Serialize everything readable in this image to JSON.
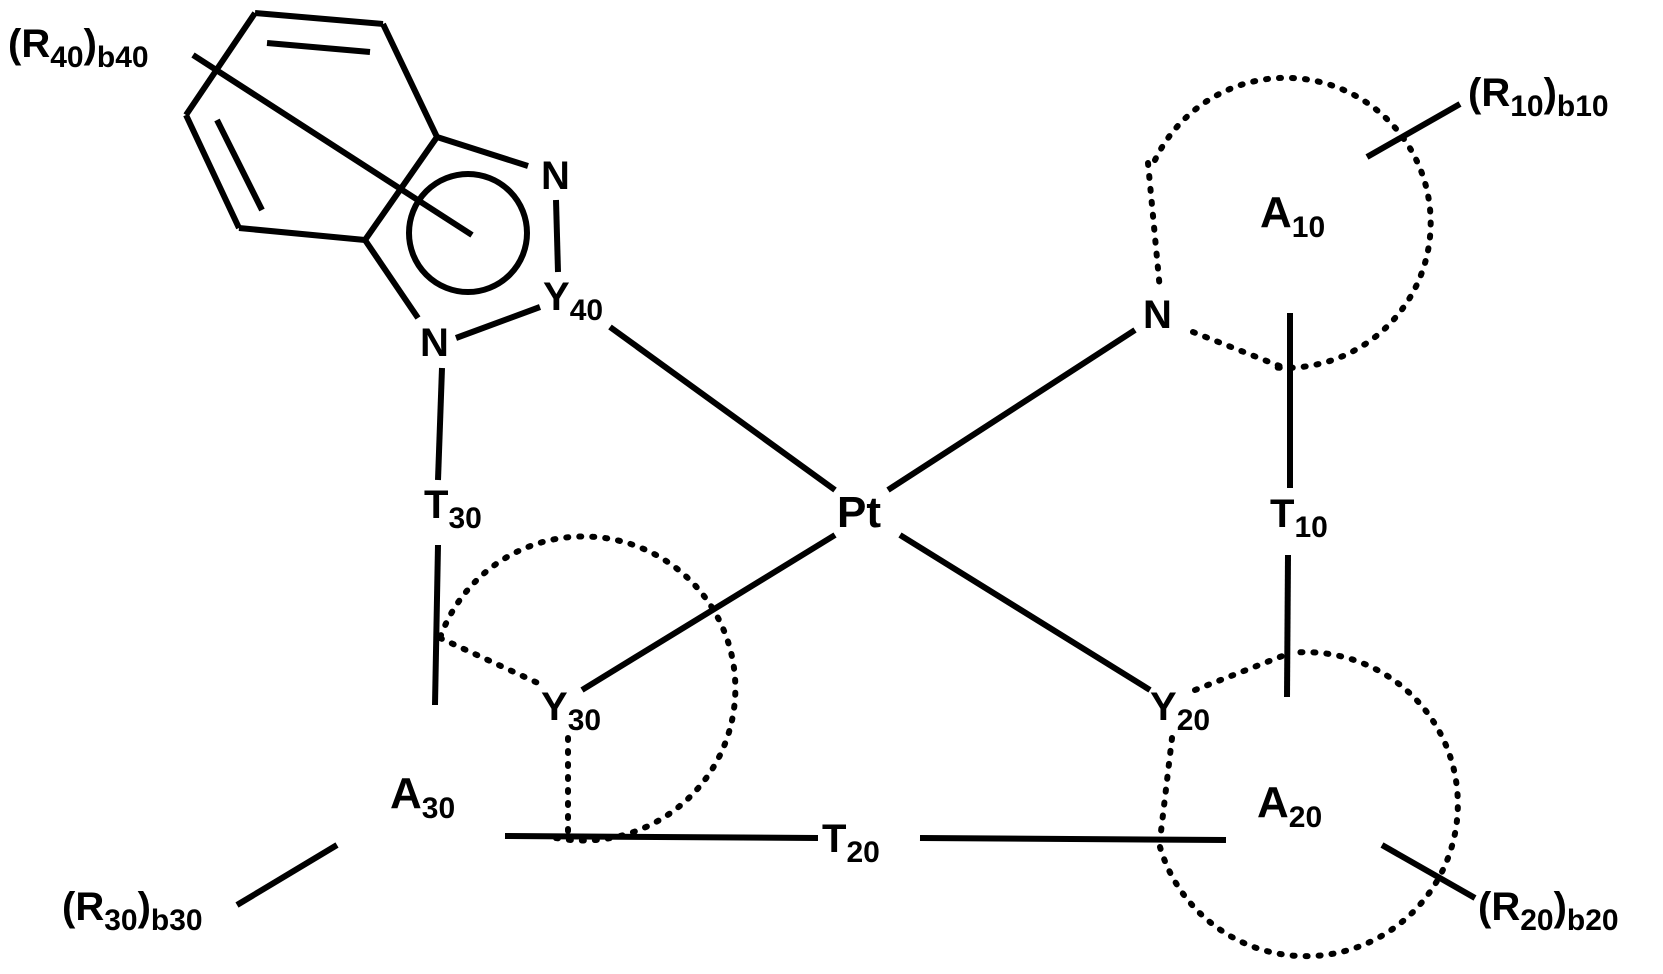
{
  "atoms": {
    "pt": {
      "symbol": "Pt"
    },
    "n_top": {
      "symbol": "N"
    },
    "n_lower": {
      "symbol": "N"
    },
    "n_ring10": {
      "symbol": "N"
    },
    "y40": {
      "symbol": "Y",
      "subscript": "40"
    },
    "y30": {
      "symbol": "Y",
      "subscript": "30"
    },
    "y20": {
      "symbol": "Y",
      "subscript": "20"
    }
  },
  "rings": {
    "a10": {
      "symbol": "A",
      "subscript": "10"
    },
    "a20": {
      "symbol": "A",
      "subscript": "20"
    },
    "a30": {
      "symbol": "A",
      "subscript": "30"
    }
  },
  "linkers": {
    "t10": {
      "symbol": "T",
      "subscript": "10"
    },
    "t20": {
      "symbol": "T",
      "subscript": "20"
    },
    "t30": {
      "symbol": "T",
      "subscript": "30"
    }
  },
  "substituents": {
    "r10": {
      "open": "(R",
      "subscript": "10",
      "close": ")",
      "count": "b10"
    },
    "r20": {
      "open": "(R",
      "subscript": "20",
      "close": ")",
      "count": "b20"
    },
    "r30": {
      "open": "(R",
      "subscript": "30",
      "close": ")",
      "count": "b30"
    },
    "r40": {
      "open": "(R",
      "subscript": "40",
      "close": ")",
      "count": "b40"
    }
  }
}
